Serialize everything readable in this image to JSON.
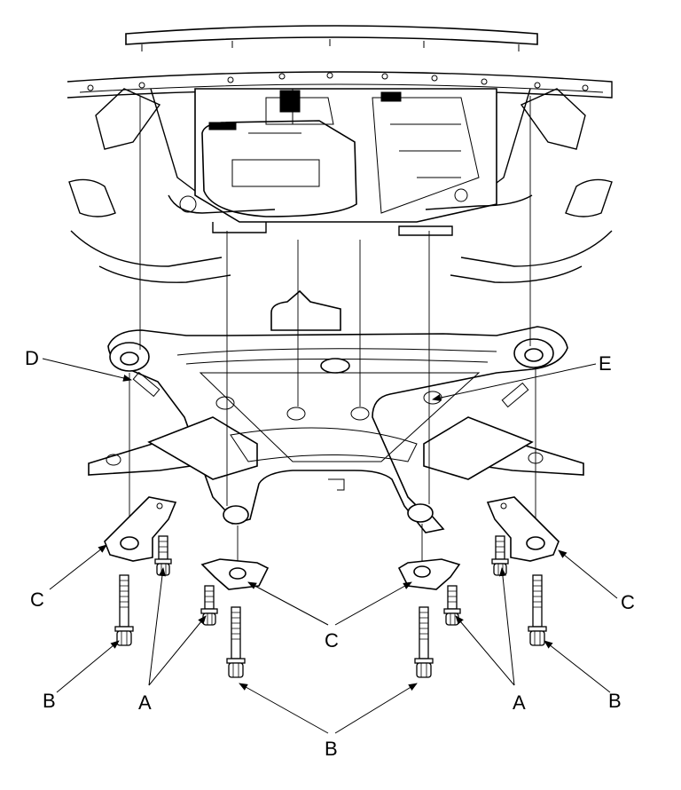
{
  "callouts": {
    "a_left": "A",
    "a_right": "A",
    "b_left": "B",
    "b_right": "B",
    "b_bottom": "B",
    "c_left": "C",
    "c_center": "C",
    "c_right": "C",
    "d": "D",
    "e": "E"
  }
}
